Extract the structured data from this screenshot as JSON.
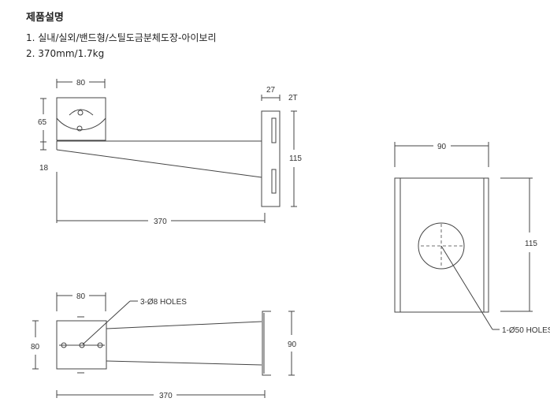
{
  "description": {
    "title": "제품설명",
    "items": [
      "1. 실내/실외/밴드형/스틸도금분체도장-아이보리",
      "2. 370mm/1.7kg"
    ]
  },
  "drawing": {
    "side_view": {
      "width": "80",
      "plate_width": "27",
      "thickness": "2T",
      "height_upper": "65",
      "height_lower": "18",
      "plate_height": "115",
      "length": "370"
    },
    "top_view": {
      "width": "80",
      "height": "80",
      "holes": "3-Ø8 HOLES",
      "plate_width": "90",
      "length": "370"
    },
    "plate_view": {
      "width": "90",
      "height": "115",
      "hole": "1-Ø50 HOLES"
    }
  }
}
